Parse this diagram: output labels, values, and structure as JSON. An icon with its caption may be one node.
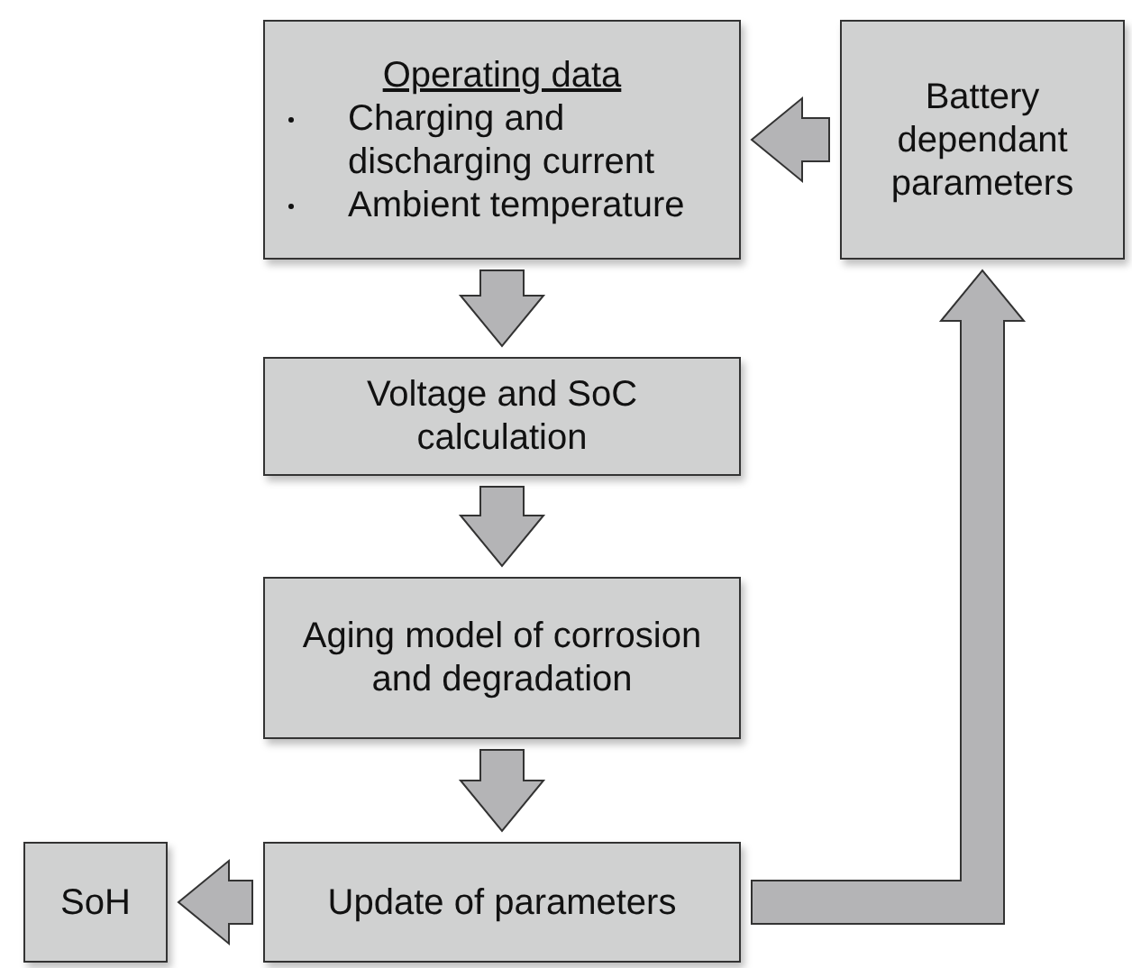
{
  "diagram": {
    "nodes": [
      {
        "text": [
          "Operating data",
          "Charging and discharging current",
          "Ambient temperature"
        ]
      },
      {
        "text": [
          "Battery dependant parameters"
        ]
      },
      {
        "text": [
          "Voltage and SoC calculation"
        ]
      },
      {
        "text": [
          "Aging model of corrosion and degradation"
        ]
      },
      {
        "text": [
          "Update of parameters"
        ]
      },
      {
        "text": [
          "SoH"
        ]
      }
    ],
    "edges": [
      {
        "from": 1,
        "to": 0,
        "arrow": "to"
      },
      {
        "from": 0,
        "to": 2,
        "arrow": "to"
      },
      {
        "from": 2,
        "to": 3,
        "arrow": "to"
      },
      {
        "from": 3,
        "to": 4,
        "arrow": "to"
      },
      {
        "from": 4,
        "to": 5,
        "arrow": "to"
      },
      {
        "from": 4,
        "to": 1,
        "arrow": "to"
      }
    ]
  }
}
